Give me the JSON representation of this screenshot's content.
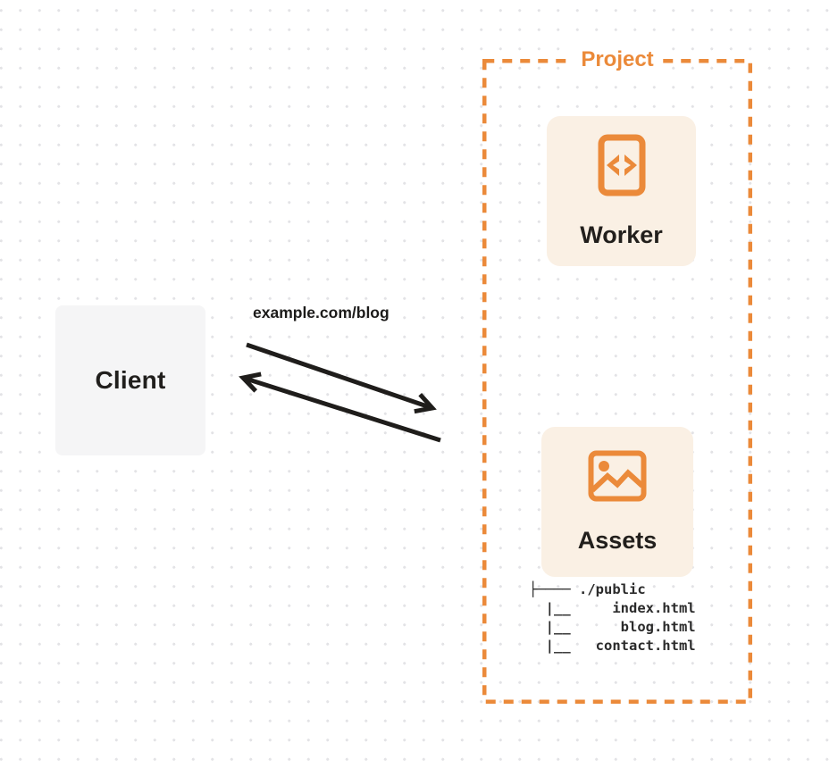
{
  "colors": {
    "accent_orange": "#eb8a3a",
    "card_background": "#faf0e4",
    "client_background": "#f5f5f6",
    "arrow_ink": "#1f1d1b",
    "dot_grid": "#e3e3e6"
  },
  "client": {
    "label": "Client"
  },
  "request": {
    "url_label": "example.com/blog"
  },
  "project": {
    "label": "Project",
    "worker_card": {
      "label": "Worker",
      "icon": "code-document-icon"
    },
    "assets_card": {
      "label": "Assets",
      "icon": "image-icon"
    },
    "file_tree": {
      "lines": [
        "├──── ./public",
        "  |__     index.html",
        "  |__      blog.html",
        "  |__   contact.html"
      ]
    }
  }
}
